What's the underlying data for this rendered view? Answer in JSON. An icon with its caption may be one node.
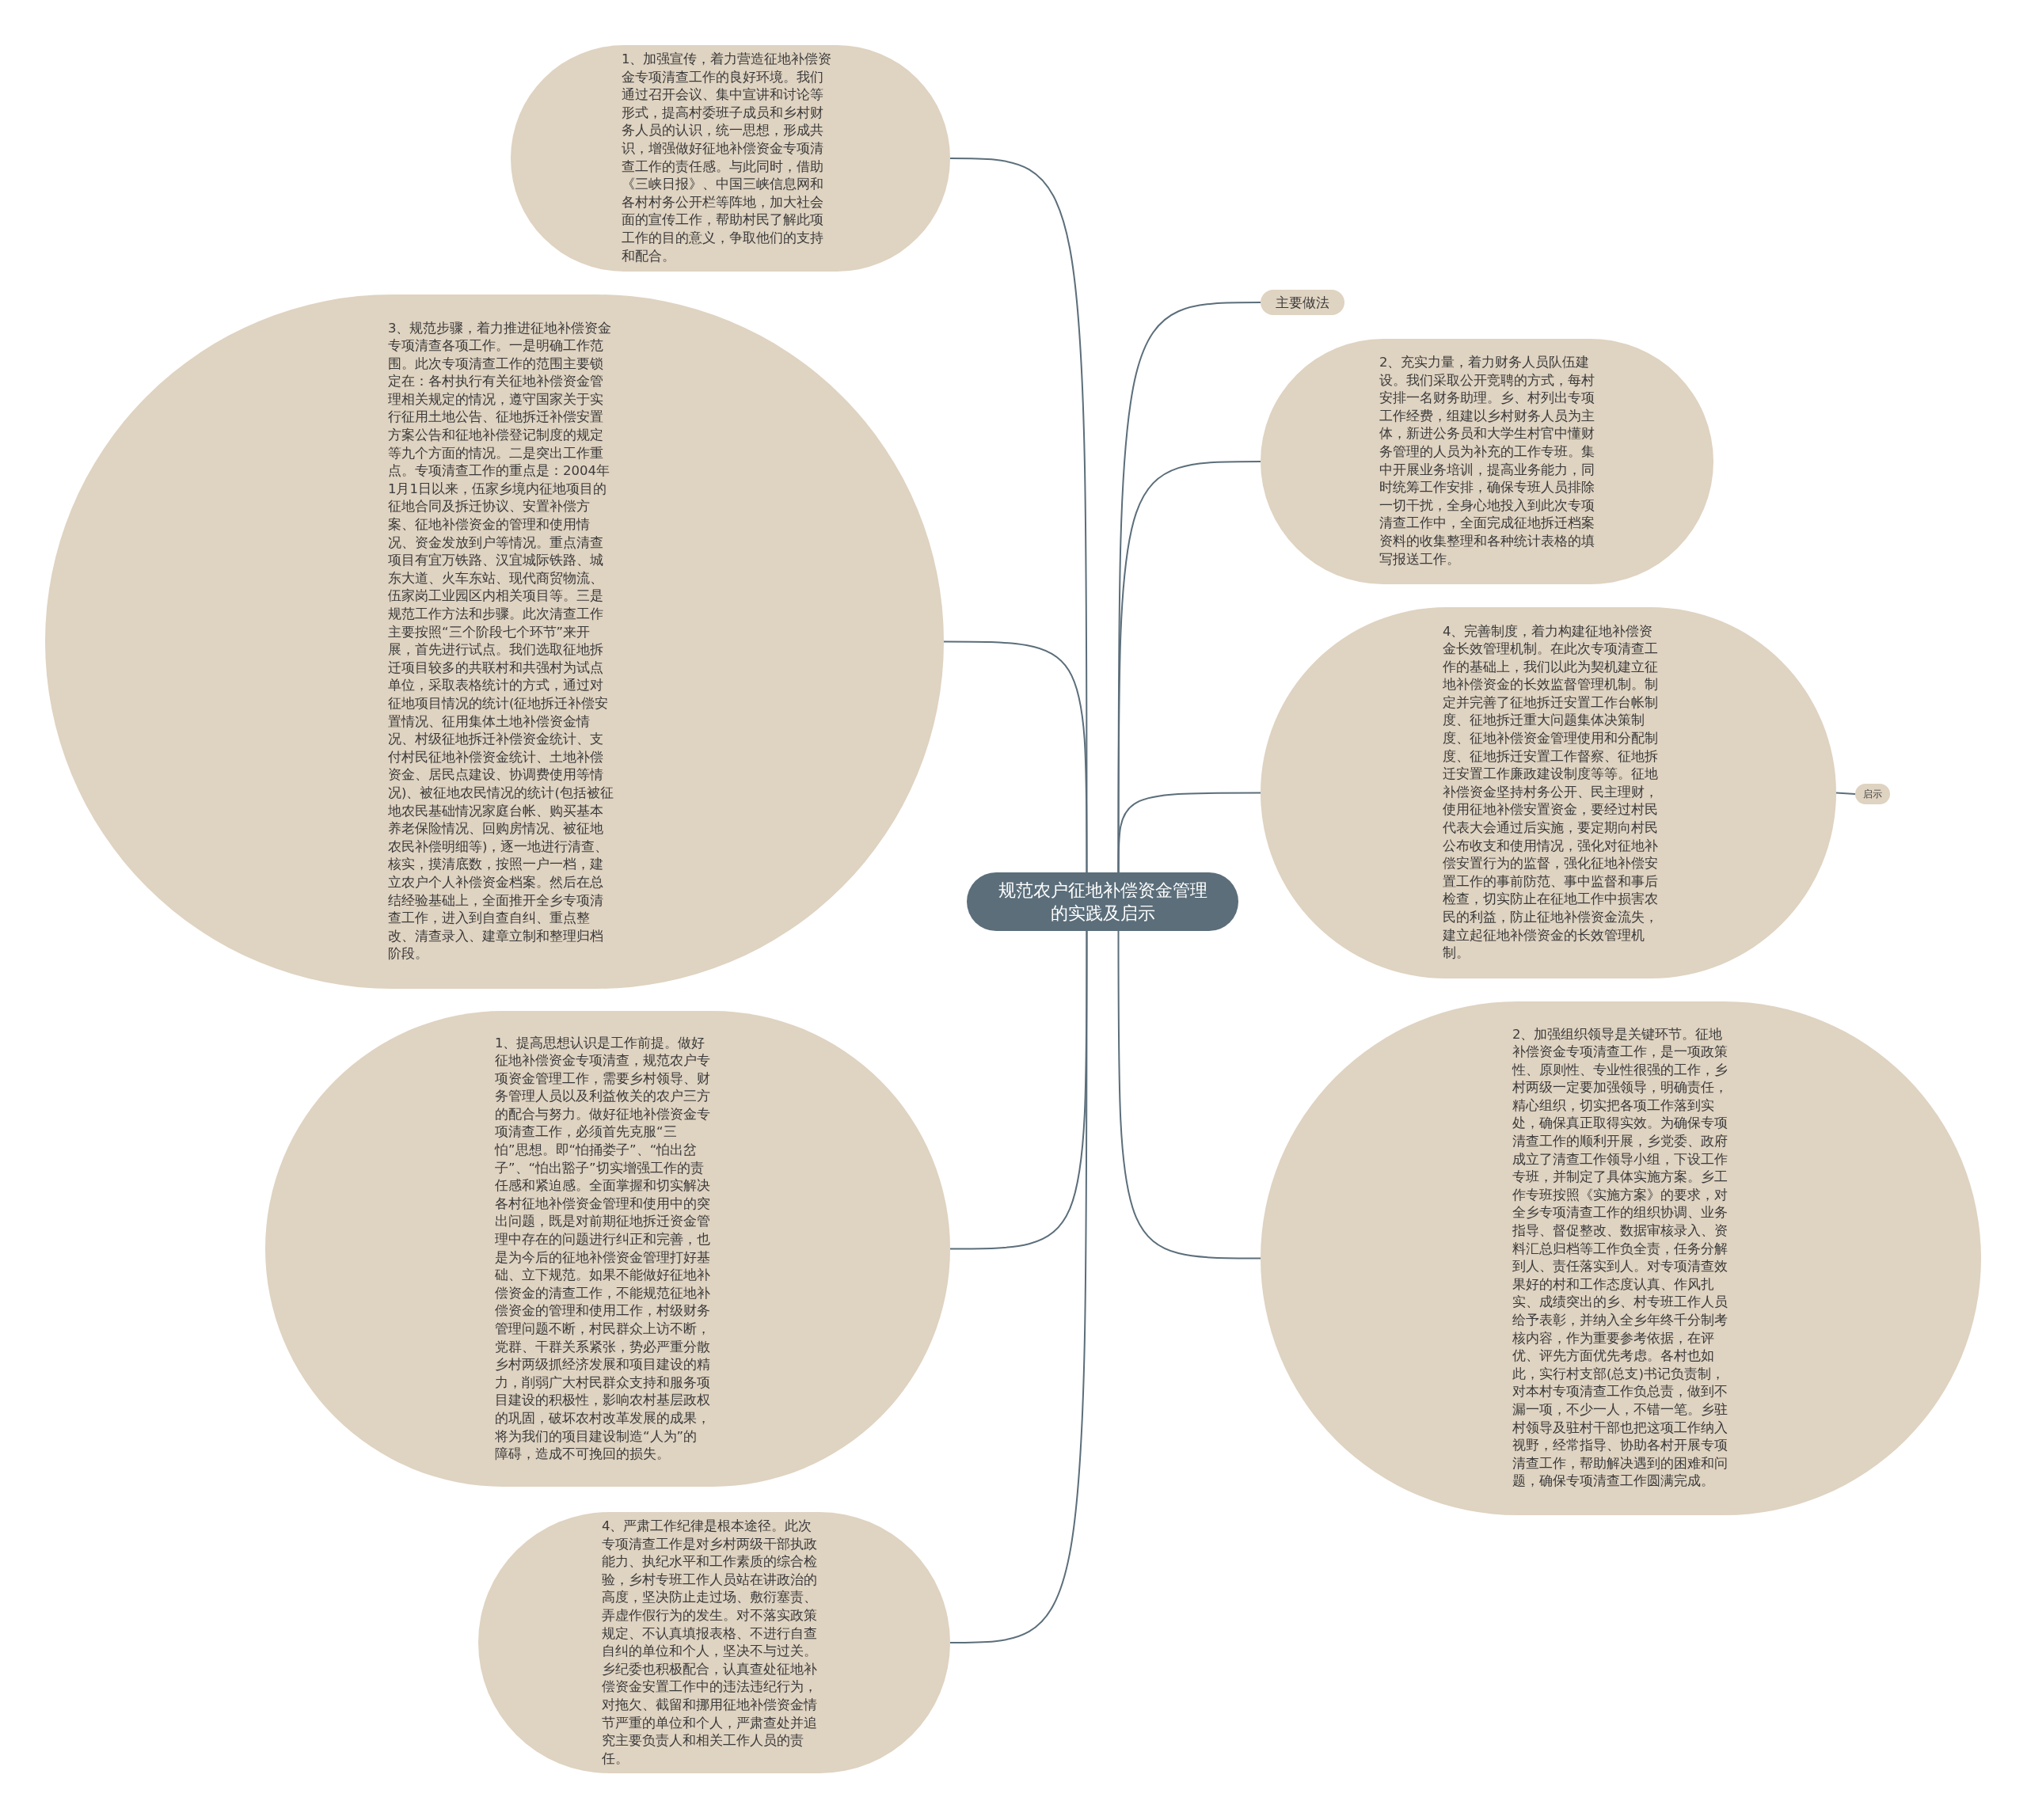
{
  "diagram": {
    "nodes": [
      {
        "text": [
          "规范农户征地补偿资金管理的实践及启示"
        ]
      },
      {
        "text": [
          "1、加强宣传，着力营造征地补偿资金专项清查工作的良好环境。我们通过召开会议、集中宣讲和讨论等形式，提高村委班子成员和乡村财务人员的认识，统一思想，形成共识，增强做好征地补偿资金专项清查工作的责任感。与此同时，借助《三峡日报》、中国三峡信息网和各村村务公开栏等阵地，加大社会面的宣传工作，帮助村民了解此项工作的目的意义，争取他们的支持和配合。"
        ]
      },
      {
        "text": [
          "主要做法"
        ]
      },
      {
        "text": [
          "2、充实力量，着力财务人员队伍建设。我们采取公开竞聘的方式，每村安排一名财务助理。乡、村列出专项工作经费，组建以乡村财务人员为主体，新进公务员和大学生村官中懂财务管理的人员为补充的工作专班。集中开展业务培训，提高业务能力，同时统筹工作安排，确保专班人员排除一切干扰，全身心地投入到此次专项清查工作中，全面完成征地拆迁档案资料的收集整理和各种统计表格的填写报送工作。"
        ]
      },
      {
        "text": [
          "3、规范步骤，着力推进征地补偿资金专项清查各项工作。一是明确工作范围。此次专项清查工作的范围主要锁定在：各村执行有关征地补偿资金管理相关规定的情况，遵守国家关于实行征用土地公告、征地拆迁补偿安置方案公告和征地补偿登记制度的规定等九个方面的情况。二是突出工作重点。专项清查工作的重点是：2004年1月1日以来，伍家乡境内征地项目的征地合同及拆迁协议、安置补偿方案、征地补偿资金的管理和使用情况、资金发放到户等情况。重点清查项目有宜万铁路、汉宜城际铁路、城东大道、火车东站、现代商贸物流、伍家岗工业园区内相关项目等。三是规范工作方法和步骤。此次清查工作主要按照“三个阶段七个环节”来开展，首先进行试点。我们选取征地拆迁项目较多的共联村和共强村为试点单位，采取表格统计的方式，通过对征地项目情况的统计(征地拆迁补偿安置情况、征用集体土地补偿资金情况、村级征地拆迁补偿资金统计、支付村民征地补偿资金统计、土地补偿资金、居民点建设、协调费使用等情况)、被征地农民情况的统计(包括被征地农民基础情况家庭台帐、购买基本养老保险情况、回购房情况、被征地农民补偿明细等)，逐一地进行清查、核实，摸清底数，按照一户一档，建立农户个人补偿资金档案。然后在总结经验基础上，全面推开全乡专项清查工作，进入到自查自纠、重点整改、清查录入、建章立制和整理归档阶段。"
        ]
      },
      {
        "text": [
          "4、完善制度，着力构建征地补偿资金长效管理机制。在此次专项清查工作的基础上，我们以此为契机建立征地补偿资金的长效监督管理机制。制定并完善了征地拆迁安置工作台帐制度、征地拆迁重大问题集体决策制度、征地补偿资金管理使用和分配制度、征地拆迁安置工作督察、征地拆迁安置工作廉政建设制度等等。征地补偿资金坚持村务公开、民主理财，使用征地补偿安置资金，要经过村民代表大会通过后实施，要定期向村民公布收支和使用情况，强化对征地补偿安置行为的监督，强化征地补偿安置工作的事前防范、事中监督和事后检查，切实防止在征地工作中损害农民的利益，防止征地补偿资金流失，建立起征地补偿资金的长效管理机制。"
        ]
      },
      {
        "text": [
          "启示"
        ]
      },
      {
        "text": [
          "1、提高思想认识是工作前提。做好征地补偿资金专项清查，规范农户专项资金管理工作，需要乡村领导、财务管理人员以及利益攸关的农户三方的配合与努力。做好征地补偿资金专项清查工作，必须首先克服“三怕”思想。即“怕捅娄子”、“怕出岔子”、“怕出豁子”切实增强工作的责任感和紧迫感。全面掌握和切实解决各村征地补偿资金管理和使用中的突出问题，既是对前期征地拆迁资金管理中存在的问题进行纠正和完善，也是为今后的征地补偿资金管理打好基础、立下规范。如果不能做好征地补偿资金的清查工作，不能规范征地补偿资金的管理和使用工作，村级财务管理问题不断，村民群众上访不断，党群、干群关系紧张，势必严重分散乡村两级抓经济发展和项目建设的精力，削弱广大村民群众支持和服务项目建设的积极性，影响农村基层政权的巩固，破坏农村改革发展的成果，将为我们的项目建设制造“人为”的障碍，造成不可挽回的损失。"
        ]
      },
      {
        "text": [
          "2、加强组织领导是关键环节。征地补偿资金专项清查工作，是一项政策性、原则性、专业性很强的工作，乡村两级一定要加强领导，明确责任，精心组织，切实把各项工作落到实处，确保真正取得实效。为确保专项清查工作的顺利开展，乡党委、政府成立了清查工作领导小组，下设工作专班，并制定了具体实施方案。乡工作专班按照《实施方案》的要求，对全乡专项清查工作的组织协调、业务指导、督促整改、数据审核录入、资料汇总归档等工作负全责，任务分解到人、责任落实到人。对专项清查效果好的村和工作态度认真、作风扎实、成绩突出的乡、村专班工作人员给予表彰，并纳入全乡年终千分制考核内容，作为重要参考依据，在评优、评先方面优先考虑。各村也如此，实行村支部(总支)书记负责制，对本村专项清查工作负总责，做到不漏一项，不少一人，不错一笔。乡驻村领导及驻村干部也把这项工作纳入视野，经常指导、协助各村开展专项清查工作，帮助解决遇到的困难和问题，确保专项清查工作圆满完成。"
        ]
      },
      {
        "text": [
          "4、严肃工作纪律是根本途径。此次专项清查工作是对乡村两级干部执政能力、执纪水平和工作素质的综合检验，乡村专班工作人员站在讲政治的高度，坚决防止走过场、敷衍塞责、弄虚作假行为的发生。对不落实政策规定、不认真填报表格、不进行自查自纠的单位和个人，坚决不与过关。乡纪委也积极配合，认真查处征地补偿资金安置工作中的违法违纪行为，对拖欠、截留和挪用征地补偿资金情节严重的单位和个人，严肃查处并追究主要负责人和相关工作人员的责任。"
        ]
      }
    ],
    "edges": [
      {
        "from": 0,
        "to": 1,
        "arrow": "none"
      },
      {
        "from": 0,
        "to": 2,
        "arrow": "none"
      },
      {
        "from": 0,
        "to": 3,
        "arrow": "none"
      },
      {
        "from": 0,
        "to": 4,
        "arrow": "none"
      },
      {
        "from": 0,
        "to": 5,
        "arrow": "none"
      },
      {
        "from": 5,
        "to": 6,
        "arrow": "none"
      },
      {
        "from": 0,
        "to": 7,
        "arrow": "none"
      },
      {
        "from": 0,
        "to": 8,
        "arrow": "none"
      },
      {
        "from": 0,
        "to": 9,
        "arrow": "none"
      }
    ]
  }
}
